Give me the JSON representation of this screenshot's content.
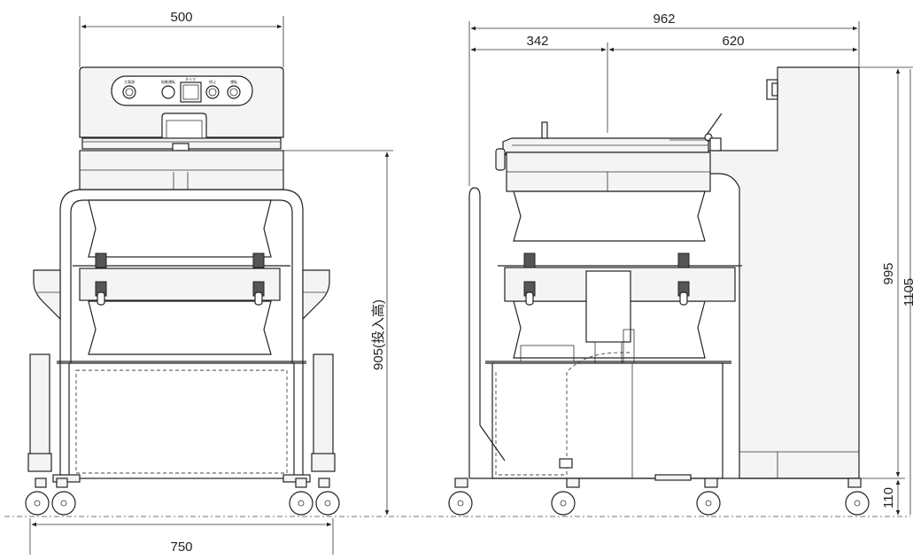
{
  "dimensions": {
    "front_width": "500",
    "front_base_width": "750",
    "front_height": "905(投入高)",
    "side_total_width": "962",
    "side_left_width": "342",
    "side_right_width": "620",
    "side_height_inner": "995",
    "side_height_total": "1105",
    "side_wheel_height": "110"
  },
  "control_panel": {
    "label_1": "主電源",
    "label_2": "振動運転",
    "label_3": "タイマ",
    "label_4": "停止",
    "label_5": "運転"
  },
  "colors": {
    "line": "#222222",
    "panel_fill": "#f4f4f4",
    "ground": "#777777"
  }
}
